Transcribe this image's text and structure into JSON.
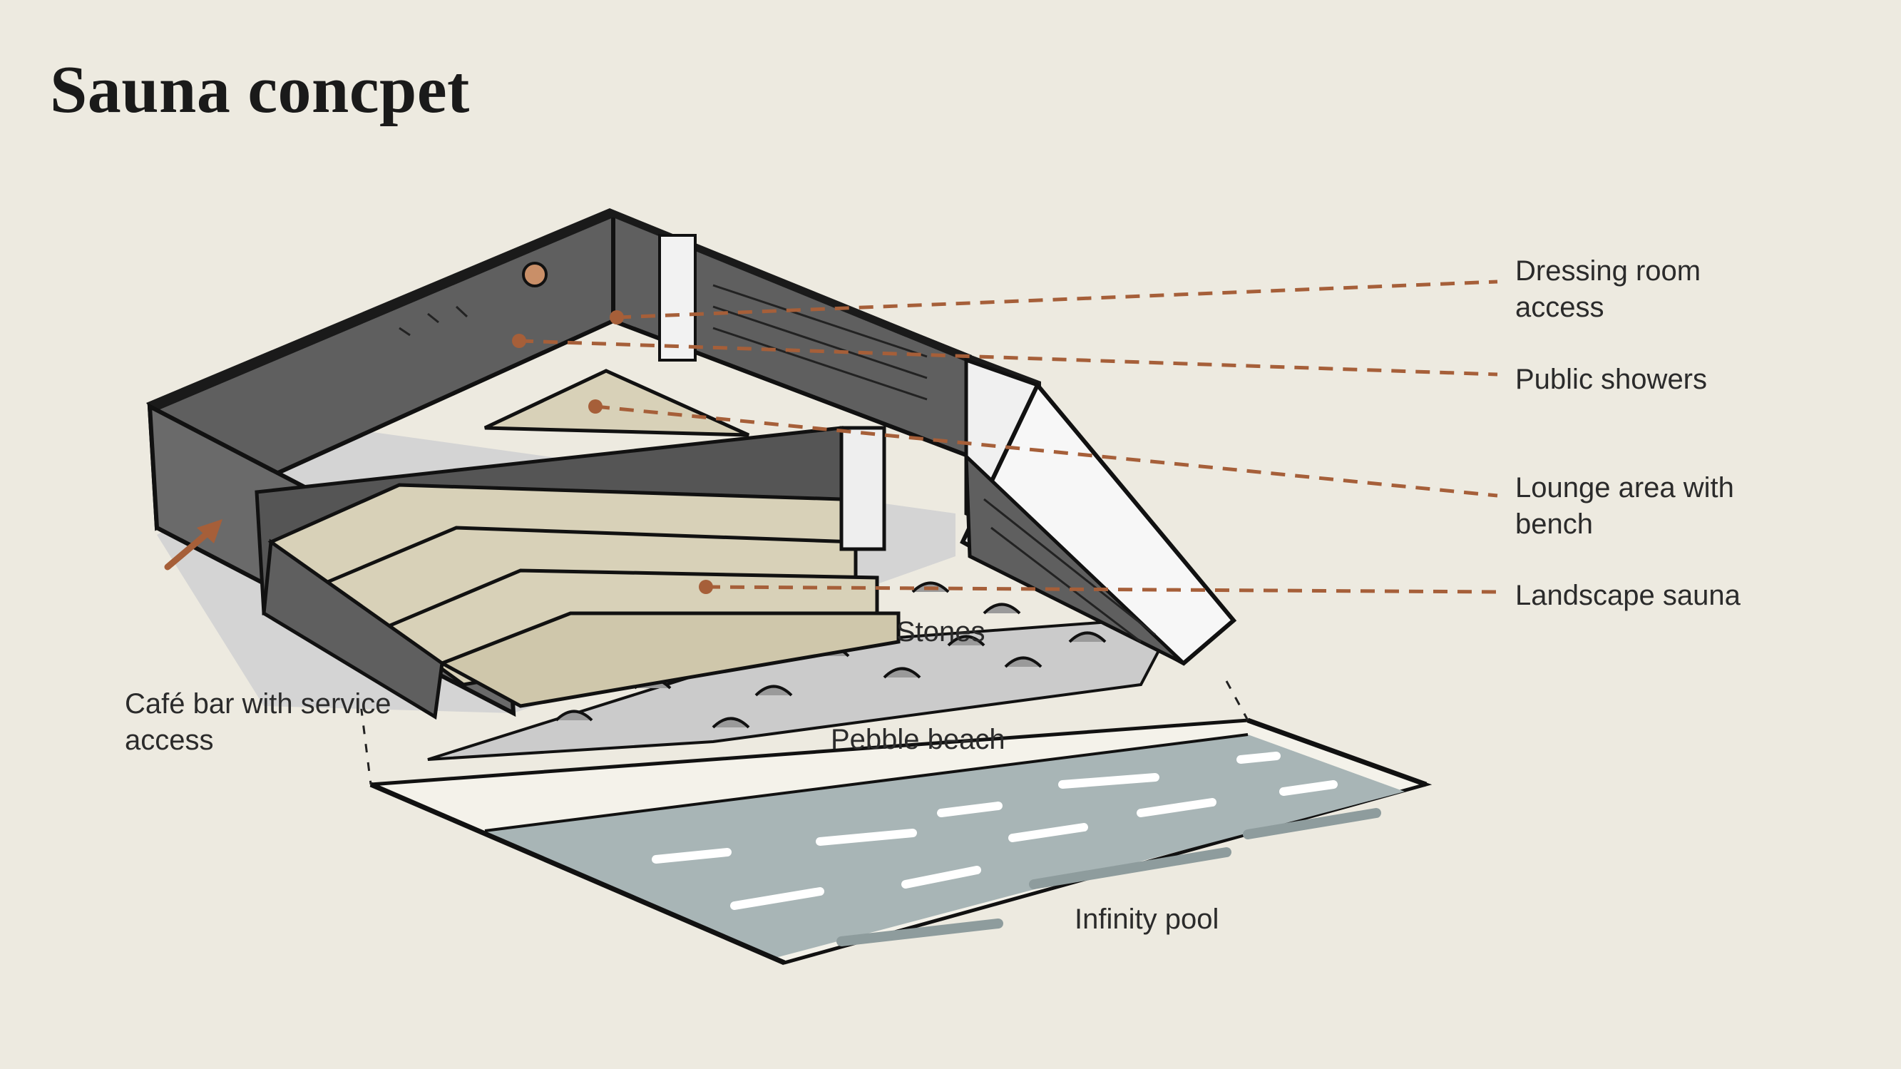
{
  "title": "Sauna concpet",
  "colors": {
    "background": "#edeae0",
    "accent": "#a65f39",
    "wall_dark": "#5f5f5f",
    "wood": "#d8d1b8",
    "water": "#a8b5b6",
    "ink": "#111111"
  },
  "callouts": {
    "dressing_room": [
      "Dressing room",
      "access"
    ],
    "public_showers": "Public showers",
    "lounge_area": [
      "Lounge area with",
      "bench"
    ],
    "landscape_sauna": "Landscape sauna"
  },
  "labels": {
    "cafe_bar": [
      "Café bar with service",
      "access"
    ],
    "stones": "Stones",
    "pebble_beach": "Pebble beach",
    "infinity_pool": "Infinity pool"
  }
}
